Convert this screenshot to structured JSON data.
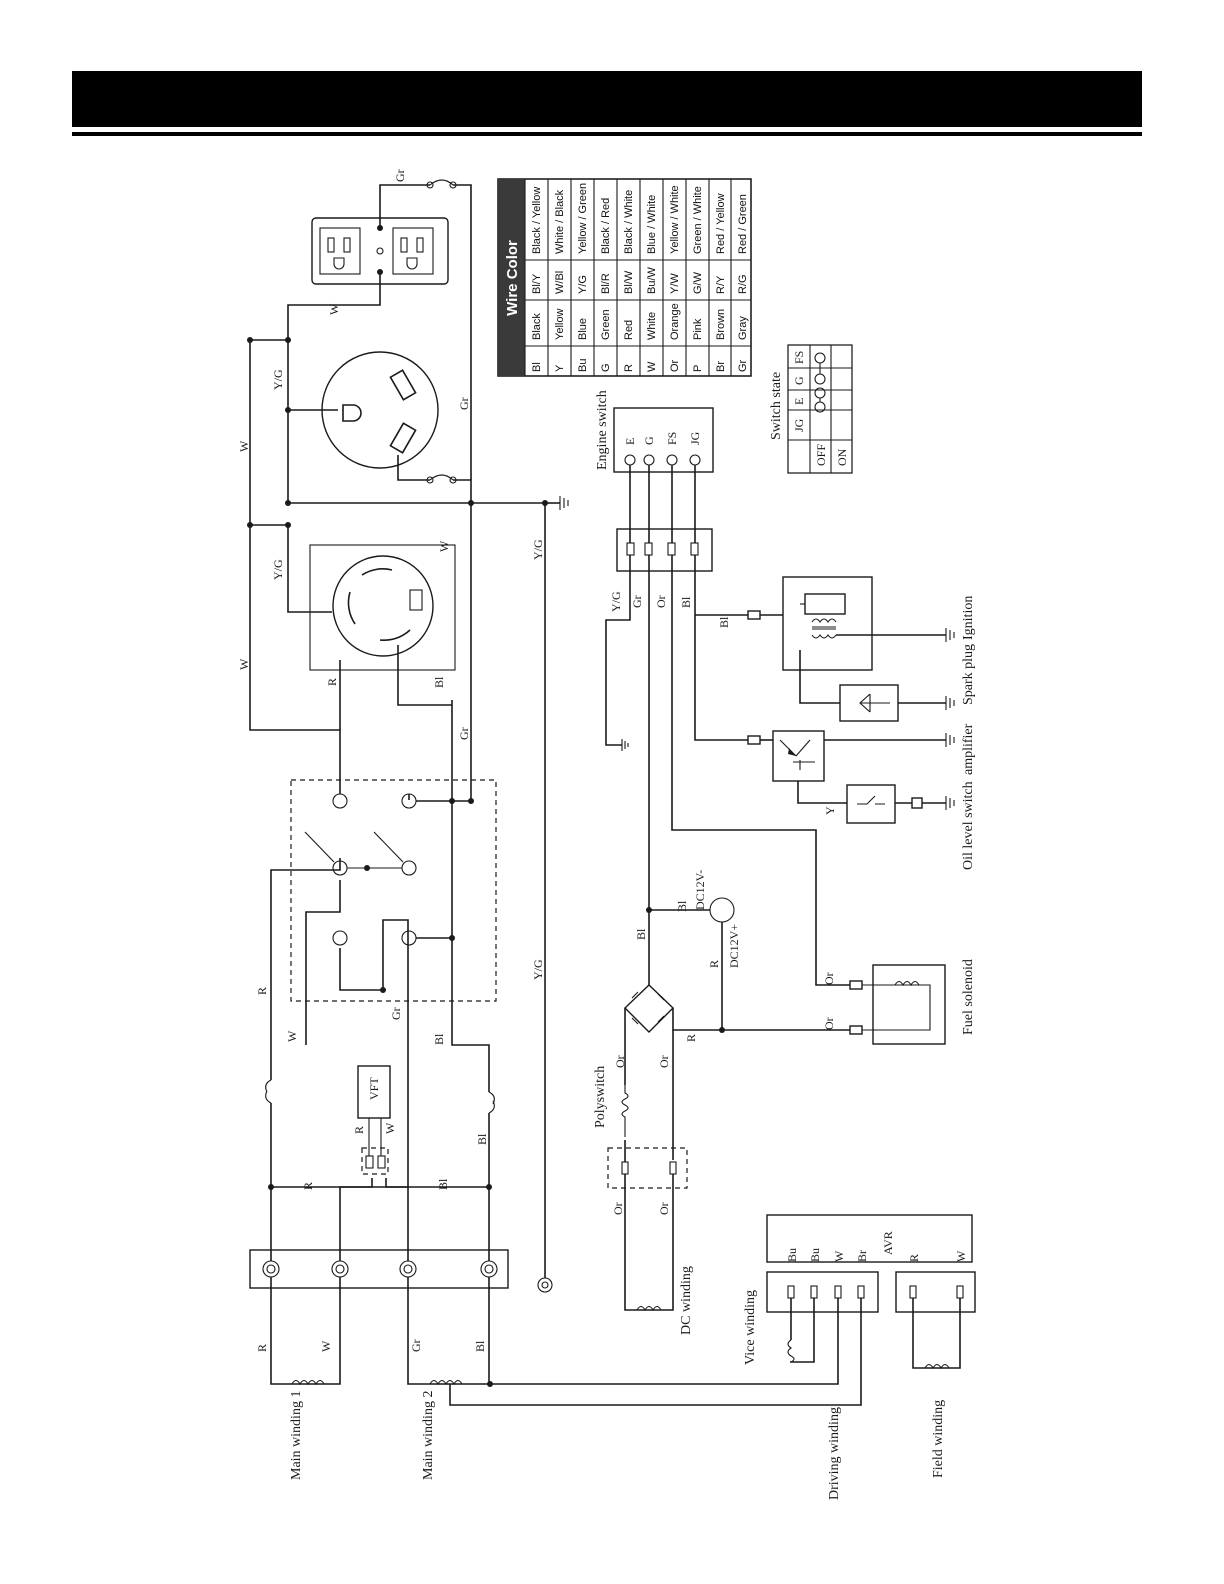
{
  "wire_color": {
    "title": "Wire Color",
    "rows": [
      {
        "code": "Bl",
        "name": "Black",
        "code2": "Bl/Y",
        "name2": "Black / Yellow"
      },
      {
        "code": "Y",
        "name": "Yellow",
        "code2": "W/Bl",
        "name2": "White / Black"
      },
      {
        "code": "Bu",
        "name": "Blue",
        "code2": "Y/G",
        "name2": "Yellow / Green"
      },
      {
        "code": "G",
        "name": "Green",
        "code2": "Bl/R",
        "name2": "Black / Red"
      },
      {
        "code": "R",
        "name": "Red",
        "code2": "Bl/W",
        "name2": "Black / White"
      },
      {
        "code": "W",
        "name": "White",
        "code2": "Bu/W",
        "name2": "Blue / White"
      },
      {
        "code": "Or",
        "name": "Orange",
        "code2": "Y/W",
        "name2": "Yellow / White"
      },
      {
        "code": "P",
        "name": "Pink",
        "code2": "G/W",
        "name2": "Green / White"
      },
      {
        "code": "Br",
        "name": "Brown",
        "code2": "R/Y",
        "name2": "Red / Yellow"
      },
      {
        "code": "Gr",
        "name": "Gray",
        "code2": "R/G",
        "name2": "Red / Green"
      }
    ]
  },
  "switch_state": {
    "title": "Switch state",
    "columns": [
      "JG",
      "E",
      "G",
      "FS"
    ],
    "rows": [
      "OFF",
      "ON"
    ]
  },
  "engine_switch": {
    "title": "Engine switch",
    "terminals": [
      "E",
      "G",
      "FS",
      "JG"
    ]
  },
  "components": {
    "main_winding_1": "Main winding 1",
    "main_winding_2": "Main winding 2",
    "driving_winding": "Driving winding",
    "field_winding": "Field winding",
    "vice_winding": "Vice winding",
    "dc_winding": "DC winding",
    "avr": "AVR",
    "vft": "VFT",
    "polyswitch": "Polyswitch",
    "fuel_solenoid": "Fuel solenoid",
    "oil_level_switch": "Oil level switch",
    "amplifier": "amplifier",
    "spark_plug": "Spark plug",
    "ignition": "Ignition",
    "dc12v_minus": "DC12V-",
    "dc12v_plus": "DC12V+"
  },
  "wire_labels": {
    "R": "R",
    "W": "W",
    "Gr": "Gr",
    "Bl": "Bl",
    "YG": "Y/G",
    "Or": "Or",
    "Bu": "Bu",
    "Br": "Br",
    "Y": "Y"
  }
}
